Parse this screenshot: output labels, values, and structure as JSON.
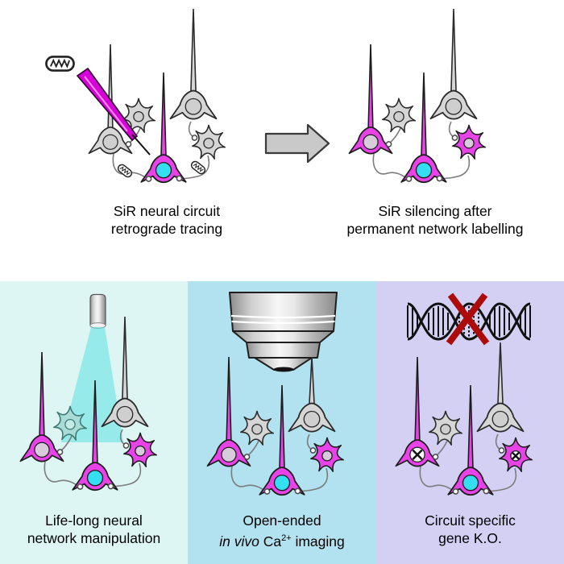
{
  "captions": {
    "top_left_line1": "SiR neural circuit",
    "top_left_line2": "retrograde tracing",
    "top_right_line1": "SiR silencing after",
    "top_right_line2": "permanent network labelling",
    "bottom_left_line1": "Life-long neural",
    "bottom_left_line2": "network manipulation",
    "bottom_middle_line1": "Open-ended",
    "bottom_middle_line2_italic": "in vivo",
    "bottom_middle_line2_mid": " Ca",
    "bottom_middle_line2_sup": "2+",
    "bottom_middle_line2_end": " imaging",
    "bottom_right_line1": "Circuit specific",
    "bottom_right_line2": "gene K.O."
  },
  "colors": {
    "top_bg": "#ffffff",
    "panel_left_bg": "#ddf6f4",
    "panel_middle_bg": "#b2e2ef",
    "panel_right_bg": "#d3d0f3",
    "neuron_magenta": "#e743e7",
    "nucleus_cyan": "#35dff2",
    "neuron_gray": "#d6d6d6",
    "light_cone_cyan": "#4fe0e0",
    "ko_cross_red": "#ad0a0a",
    "arrow_gray": "#c9c9c9"
  },
  "icons": {
    "virus_capsule": "capsule-with-rna-zigzag",
    "pipette": "injection-pipette",
    "arrow": "block-arrow-right",
    "fiber": "optical-fiber-with-light-cone",
    "objective": "microscope-objective",
    "dna": "dna-helix-with-red-cross",
    "synapse": "open-circle-bouton"
  }
}
